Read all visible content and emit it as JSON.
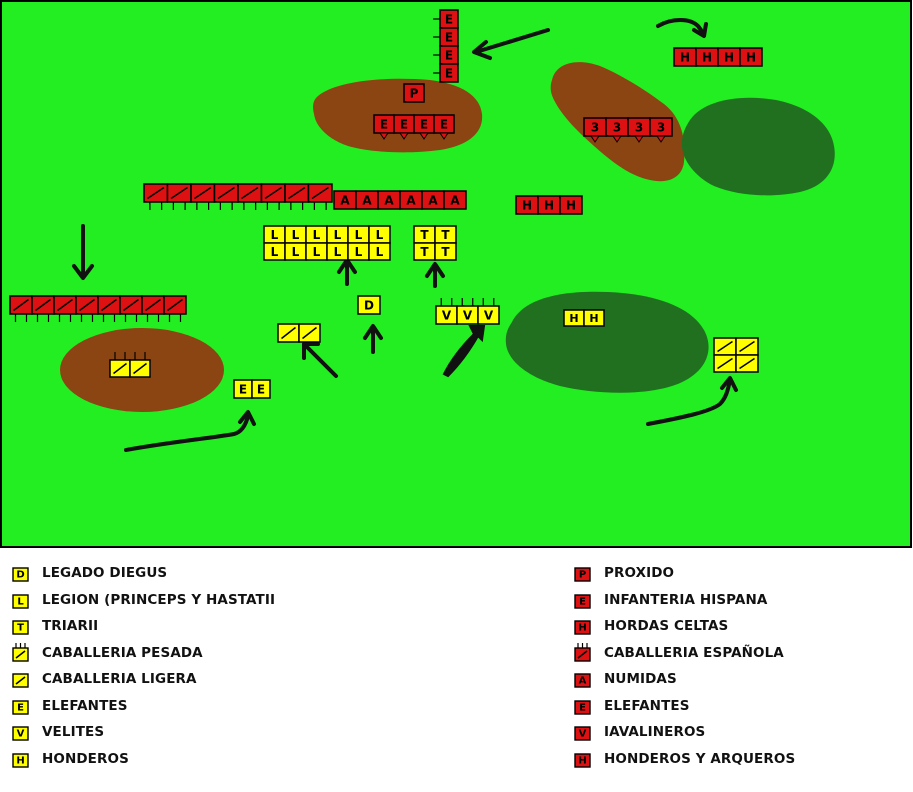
{
  "colors": {
    "field": "#22ee22",
    "border": "#000000",
    "hill": "#8b4513",
    "forest": "#207020",
    "roman": "#ffff00",
    "enemy": "#dd1111",
    "arrow": "#111111"
  },
  "legend_roman": [
    {
      "code": "legado",
      "label": "LEGADO DIEGUS"
    },
    {
      "code": "legion",
      "label": "LEGION (PRINCEPS Y HASTATII"
    },
    {
      "code": "triarii",
      "label": "TRIARII"
    },
    {
      "code": "cab_pesada",
      "label": "CABALLERIA PESADA"
    },
    {
      "code": "cab_ligera",
      "label": "CABALLERIA LIGERA"
    },
    {
      "code": "elefantes",
      "label": "ELEFANTES"
    },
    {
      "code": "velites",
      "label": "VELITES"
    },
    {
      "code": "honderos",
      "label": "HONDEROS"
    }
  ],
  "legend_enemy": [
    {
      "code": "proxido",
      "label": "PROXIDO"
    },
    {
      "code": "inf_hispana",
      "label": "INFANTERIA HISPANA"
    },
    {
      "code": "hordas",
      "label": "HORDAS CELTAS"
    },
    {
      "code": "cab_espanola",
      "label": "CABALLERIA ESPAÑOLA"
    },
    {
      "code": "numidas",
      "label": "NUMIDAS"
    },
    {
      "code": "elefantes",
      "label": "ELEFANTES"
    },
    {
      "code": "javalineros",
      "label": "IAVALINEROS"
    },
    {
      "code": "honderos_arqueros",
      "label": "HONDEROS Y ARQUEROS"
    }
  ],
  "units": [
    {
      "side": "enemy",
      "code": "inf_hispana",
      "label": "E",
      "orient": "v",
      "count": 4
    },
    {
      "side": "enemy",
      "code": "proxido",
      "label": "P",
      "orient": "h",
      "count": 1
    },
    {
      "side": "enemy",
      "code": "javalineros",
      "label": "E",
      "orient": "h",
      "count": 4
    },
    {
      "side": "enemy",
      "code": "hordas",
      "label": "H",
      "orient": "h",
      "count": 4
    },
    {
      "side": "enemy",
      "code": "javalineros",
      "label": "3",
      "orient": "h",
      "count": 4
    },
    {
      "side": "enemy",
      "code": "cab_espanola",
      "label": "",
      "orient": "h",
      "count": 8
    },
    {
      "side": "enemy",
      "code": "numidas",
      "label": "A",
      "orient": "h",
      "count": 6
    },
    {
      "side": "enemy",
      "code": "honderos_arqueros",
      "label": "H",
      "orient": "h",
      "count": 3
    },
    {
      "side": "enemy",
      "code": "cab_espanola",
      "label": "",
      "orient": "h",
      "count": 8
    },
    {
      "side": "roman",
      "code": "legion",
      "label": "L",
      "orient": "h",
      "count": 6
    },
    {
      "side": "roman",
      "code": "legion",
      "label": "L",
      "orient": "h",
      "count": 6
    },
    {
      "side": "roman",
      "code": "triarii",
      "label": "T",
      "orient": "h",
      "count": 2
    },
    {
      "side": "roman",
      "code": "triarii",
      "label": "T",
      "orient": "h",
      "count": 2
    },
    {
      "side": "roman",
      "code": "legado",
      "label": "D",
      "orient": "h",
      "count": 1
    },
    {
      "side": "roman",
      "code": "cab_ligera",
      "label": "",
      "orient": "h",
      "count": 2
    },
    {
      "side": "roman",
      "code": "velites",
      "label": "V",
      "orient": "h",
      "count": 3
    },
    {
      "side": "roman",
      "code": "honderos",
      "label": "H",
      "orient": "h",
      "count": 2
    },
    {
      "side": "roman",
      "code": "cab_pesada",
      "label": "",
      "orient": "h",
      "count": 2
    },
    {
      "side": "roman",
      "code": "elefantes",
      "label": "E",
      "orient": "h",
      "count": 2
    },
    {
      "side": "roman",
      "code": "cab_ligera",
      "label": "",
      "orient": "h",
      "count": 2
    },
    {
      "side": "roman",
      "code": "cab_ligera",
      "label": "",
      "orient": "h",
      "count": 2
    }
  ]
}
